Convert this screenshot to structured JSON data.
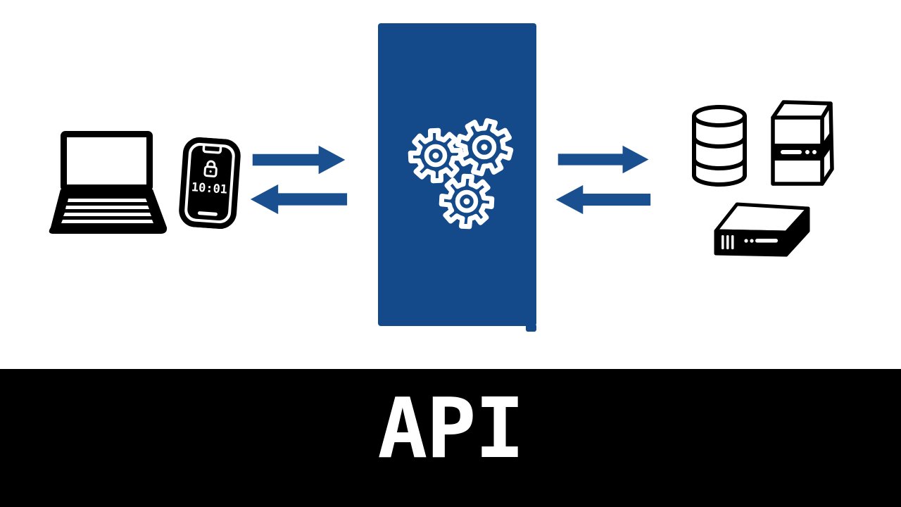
{
  "diagram": {
    "banner": {
      "title": "API"
    },
    "client": {
      "phone_time": "10:01",
      "icons": [
        "laptop-icon",
        "smartphone-icon",
        "lock-icon"
      ]
    },
    "api_box": {
      "icons": [
        "gears-icon"
      ]
    },
    "backend": {
      "icons": [
        "database-icon",
        "server-tower-icon",
        "server-box-icon"
      ]
    },
    "arrows": [
      "client-to-api",
      "api-to-client",
      "api-to-backend",
      "backend-to-api"
    ],
    "colors": {
      "api_box_blue": "#14498A",
      "arrow_blue": "#1A5090",
      "banner_background": "#000000",
      "ink": "#000000",
      "background": "#FFFFFF",
      "icon_line_white": "#FFFFFF"
    }
  }
}
